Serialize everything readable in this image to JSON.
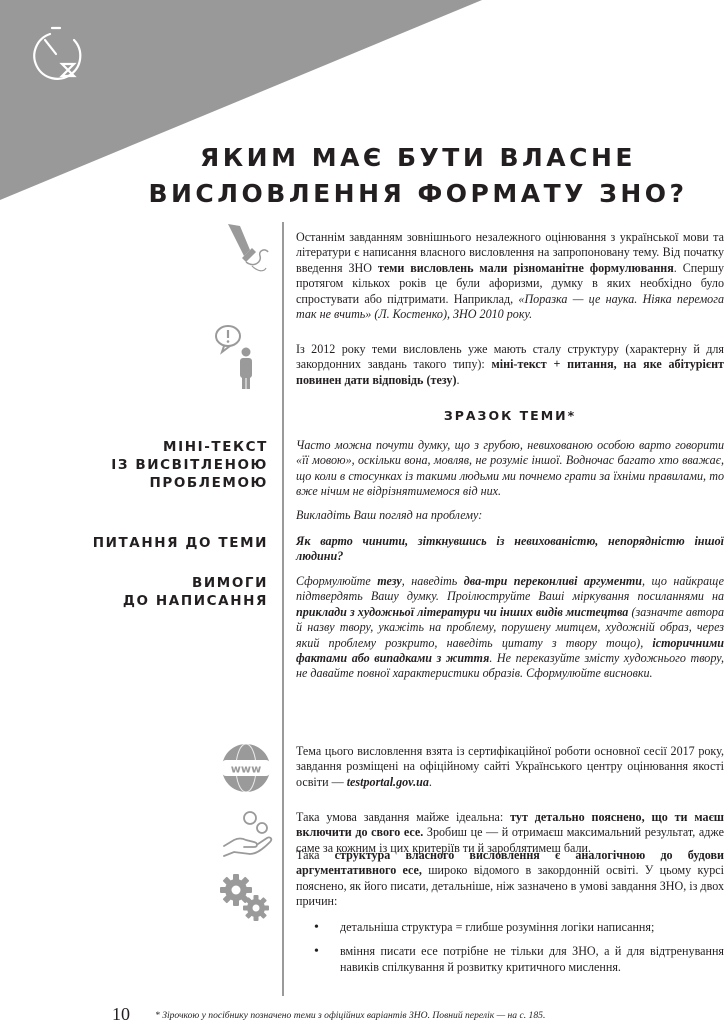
{
  "title_lines": [
    "ЯКИМ МАЄ БУТИ ВЛАСНЕ",
    "ВИСЛОВЛЕННЯ ФОРМАТУ ЗНО?"
  ],
  "icons": {
    "corner": "stopwatch-hourglass-icon",
    "pen": "fountain-pen-icon",
    "person": "person-exclamation-icon",
    "www": "globe-www-icon",
    "hand": "hand-coins-icon",
    "gears": "gears-icon"
  },
  "colors": {
    "corner_triangle": "#999999",
    "rule_line": "#9a9a9a",
    "text": "#231f20"
  },
  "intro": {
    "part1": "Останнім завданням зовнішнього незалежного оцінювання з української мови та літератури є написання власного висловлення на запропоновану тему. Від початку введення ЗНО ",
    "bold1": "теми висловлень мали різноманітне формулювання",
    "part2": ". Спершу протягом кількох років це були афоризми, думку в яких необхідно було спростувати або підтримати. Наприклад, ",
    "italic1": "«Поразка — це наука. Ніяка перемога так не вчить» (Л. Костенко), ЗНО 2010 року."
  },
  "structure": {
    "part1": "Із 2012 року теми висловлень уже мають сталу структуру (характерну й для закордонних завдань такого типу): ",
    "bold1": "міні-текст + питання, на яке абітурієнт повинен дати відповідь (тезу)",
    "part2": "."
  },
  "sample_title": "ЗРАЗОК ТЕМИ*",
  "side_labels": {
    "minitext": [
      "МІНІ-ТЕКСТ",
      "ІЗ ВИСВІТЛЕНОЮ",
      "ПРОБЛЕМОЮ"
    ],
    "question": [
      "ПИТАННЯ ДО ТЕМИ"
    ],
    "requirements": [
      "ВИМОГИ",
      "ДО НАПИСАННЯ"
    ]
  },
  "minitext": "Часто можна почути думку, що з грубою, невихованою особою варто говорити «її мовою», оскільки вона, мовляв, не розуміє іншої. Водночас багато хто вважає, що коли в стосунках із такими людьми ми почнемо грати за їхніми правилами, то вже нічим не відрізнятимемося від них.",
  "instruction": "Викладіть Ваш погляд на проблему:",
  "question": "Як варто чинити, зіткнувшись із невихованістю, непорядністю іншої людини?",
  "requirements": {
    "t1": "Сформулюйте ",
    "b1": "тезу",
    "t2": ", наведіть ",
    "b2": "два-три переконливі аргументи",
    "t3": ", що найкраще підтвердять Вашу думку. Проілюструйте Ваші міркування посиланнями на ",
    "b3": "приклади з художньої літератури чи інших видів мистецтва",
    "t4": " (зазначте автора й назву твору, укажіть на проблему, порушену митцем, художній образ, через який проблему розкрито, наведіть цитату з твору тощо), ",
    "b4": "історичними фактами або випадками з життя",
    "t5": ". Не переказуйте змісту художнього твору, не давайте повної характеристики образів. Сформулюйте висновки."
  },
  "source": {
    "part1": "Тема цього висловлення взята із сертифікаційної роботи основної сесії 2017 року, завдання розміщені на офіційному сайті Українського центру оцінювання якості освіти — ",
    "link": "testportal.gov.ua",
    "part2": "."
  },
  "ideal": {
    "part1": "Така умова завдання майже ідеальна: ",
    "bold1": "тут детально пояснено, що ти маєш включити до свого есе.",
    "part2": " Зробиш це — й отримаєш максимальний результат, адже саме за кожним із цих критеріїв ти й зароблятимеш бали."
  },
  "analog": {
    "part1": "Така ",
    "bold1": "структура власного висловлення є аналогічною до будови аргументативного есе,",
    "part2": " широко відомого в закордонній освіті. У цьому курсі пояснено, як його писати, детальніше, ніж зазначено в умові завдання ЗНО, із двох причин:"
  },
  "bullets": [
    "детальніша структура = глибше розуміння логіки написання;",
    "вміння писати есе потрібне не тільки для ЗНО, а й для відтренування навиків спілкування й розвитку критичного мислення."
  ],
  "bullet_marker": "•",
  "page_number": "10",
  "footnote": "* Зірочкою у посібнику позначено теми з офіційних варіантів ЗНО. Повний перелік — на с. 185."
}
